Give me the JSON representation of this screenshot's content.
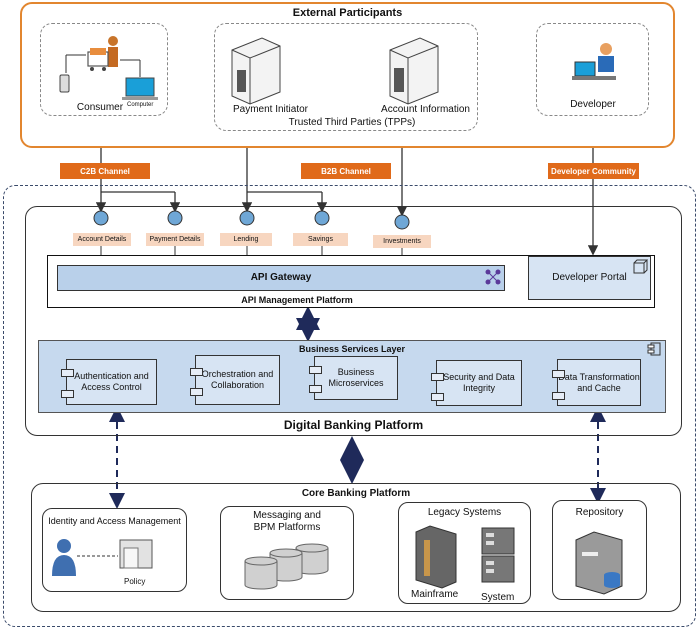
{
  "external": {
    "title": "External Participants",
    "consumer": "Consumer",
    "computer": "Computer",
    "payment_initiator": "Payment Initiator",
    "account_information": "Account Information",
    "tpps": "Trusted Third Parties (TPPs)",
    "developer": "Developer"
  },
  "channels": {
    "c2b": "C2B Channel",
    "b2b": "B2B Channel",
    "devcom": "Developer Community"
  },
  "apis": [
    "Account Details",
    "Payment Details",
    "Lending",
    "Savings",
    "Investments"
  ],
  "api_mgmt": {
    "gateway": "API Gateway",
    "portal": "Developer Portal",
    "title": "API Management Platform"
  },
  "business": {
    "title": "Business Services Layer",
    "services": [
      "Authentication and Access Control",
      "Orchestration and Collaboration",
      "Business Microservices",
      "Security and Data Integrity",
      "Data Transformation and Cache"
    ]
  },
  "digital_title": "Digital Banking Platform",
  "core": {
    "title": "Core Banking Platform",
    "iam": "Identity and Access Management",
    "policy": "Policy",
    "messaging": "Messaging and BPM Platforms",
    "legacy": "Legacy Systems",
    "mainframe": "Mainframe",
    "system": "System",
    "repository": "Repository"
  },
  "colors": {
    "orange": "#e06a1a",
    "blue_fill": "#d7e4f3",
    "navy": "#1f2a5a",
    "tag": "#f7d6c0"
  }
}
